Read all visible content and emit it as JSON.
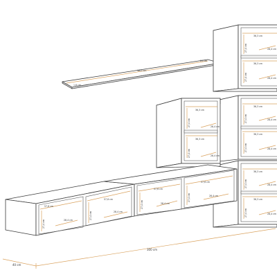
{
  "accent_color": "#d9a05b",
  "line_color": "#3a3a3a",
  "shelf_board": {
    "length": "180 cm",
    "depth": "25 cm",
    "height": "1,6 cm"
  },
  "upper_right_module": {
    "inner_width": "36,3 cm",
    "inner_depth": "28,4 cm",
    "inner_height": "27,4 cm"
  },
  "middle_right_module": {
    "inner_width": "36,3 cm",
    "inner_depth": "28,4 cm",
    "inner_height": "27,4 cm"
  },
  "lower_right_module": {
    "inner_width": "36,3 cm",
    "inner_depth": "28,4 cm",
    "inner_height": "27,4 cm"
  },
  "center_cube": {
    "inner_width": "36,3 cm",
    "inner_depth": "28,4 cm",
    "inner_height": "27,4 cm"
  },
  "low_left_cabinet": {
    "inner_width": "57,6 cm",
    "inner_depth": "28,4 cm",
    "inner_height": "27,4 cm"
  },
  "low_middle_cabinet": {
    "inner_width": "57,6 cm",
    "inner_depth": "28,4 cm",
    "inner_height": "27,4 cm"
  },
  "overall": {
    "width": "300 cm",
    "depth": "40 cm"
  }
}
